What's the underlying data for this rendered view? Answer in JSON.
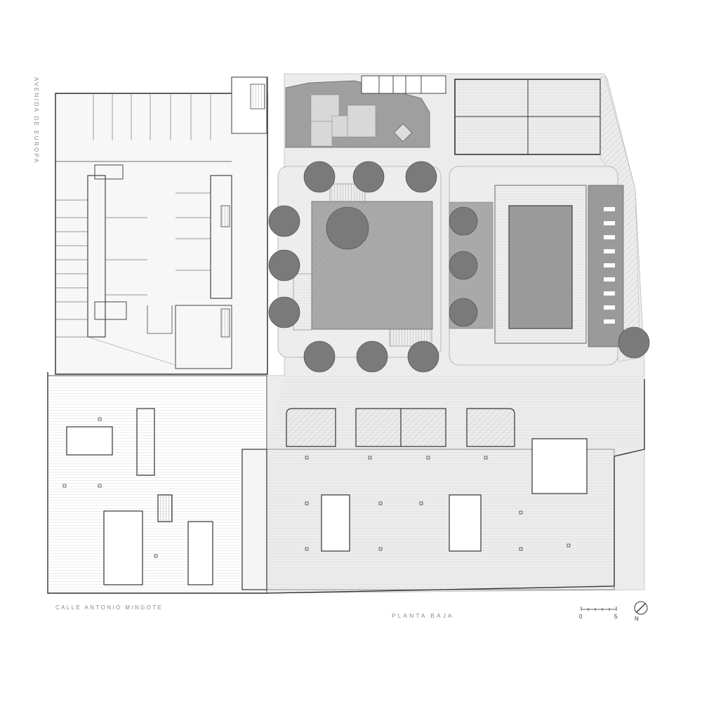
{
  "labels": {
    "street_west": "AVENIDA DE EUROPA",
    "street_south": "CALLE ANTONIO MINGOTE",
    "plan_title": "PLANTA BAJA"
  },
  "scale_bar": {
    "start": "0",
    "end": "5"
  },
  "north_arrow": {
    "letter": "N"
  },
  "colors": {
    "line": "#4a4a4a",
    "light_line": "#9a9a9a",
    "paving": "#e9e9e9",
    "plaza": "#a9a9a9",
    "court": "#f2f2f2",
    "dark_fill": "#8c8c8c",
    "tree": "#6f6f6f"
  }
}
